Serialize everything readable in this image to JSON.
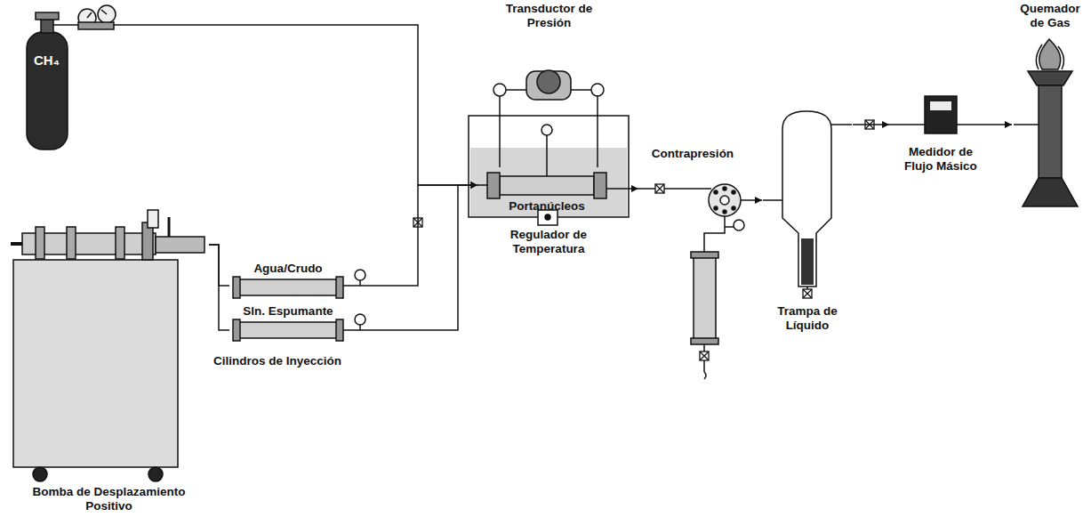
{
  "diagram": {
    "nodes": [
      {
        "text": [
          "CH₄"
        ]
      },
      {
        "text": [
          "Agua/Crudo"
        ]
      },
      {
        "text": [
          "Sln. Espumante"
        ]
      },
      {
        "text": [
          "Bomba de Desplazamiento Positivo"
        ]
      },
      {
        "text": [
          "Regulador de Temperatura"
        ]
      },
      {
        "text": [
          "Portanúcleos"
        ],
        "in": 4
      },
      {
        "text": [
          "Transductor de Presión"
        ]
      },
      {
        "text": [
          "Contrapresión"
        ]
      },
      {
        "text": [
          "Trampa de Líquido"
        ]
      },
      {
        "text": [
          "Medidor de Flujo Másico"
        ]
      },
      {
        "text": [
          "Quemador de Gas"
        ]
      }
    ],
    "edges": [
      {
        "from": 0,
        "to": 5,
        "arrow": "to"
      },
      {
        "from": 1,
        "to": 5,
        "arrow": "to"
      },
      {
        "from": 2,
        "to": 5,
        "arrow": "to"
      },
      {
        "from": 3,
        "to": 1,
        "arrow": "none"
      },
      {
        "from": 3,
        "to": 2,
        "arrow": "none"
      },
      {
        "from": 6,
        "to": 5,
        "arrow": "none"
      },
      {
        "from": 6,
        "to": 5,
        "arrow": "none"
      },
      {
        "from": 5,
        "to": 7,
        "arrow": "to"
      },
      {
        "from": 7,
        "to": 8,
        "arrow": "to"
      },
      {
        "from": 8,
        "to": 9,
        "arrow": "to"
      },
      {
        "from": 9,
        "to": 10,
        "arrow": "to"
      }
    ],
    "labels": [
      "Cilindros de Inyección"
    ]
  }
}
